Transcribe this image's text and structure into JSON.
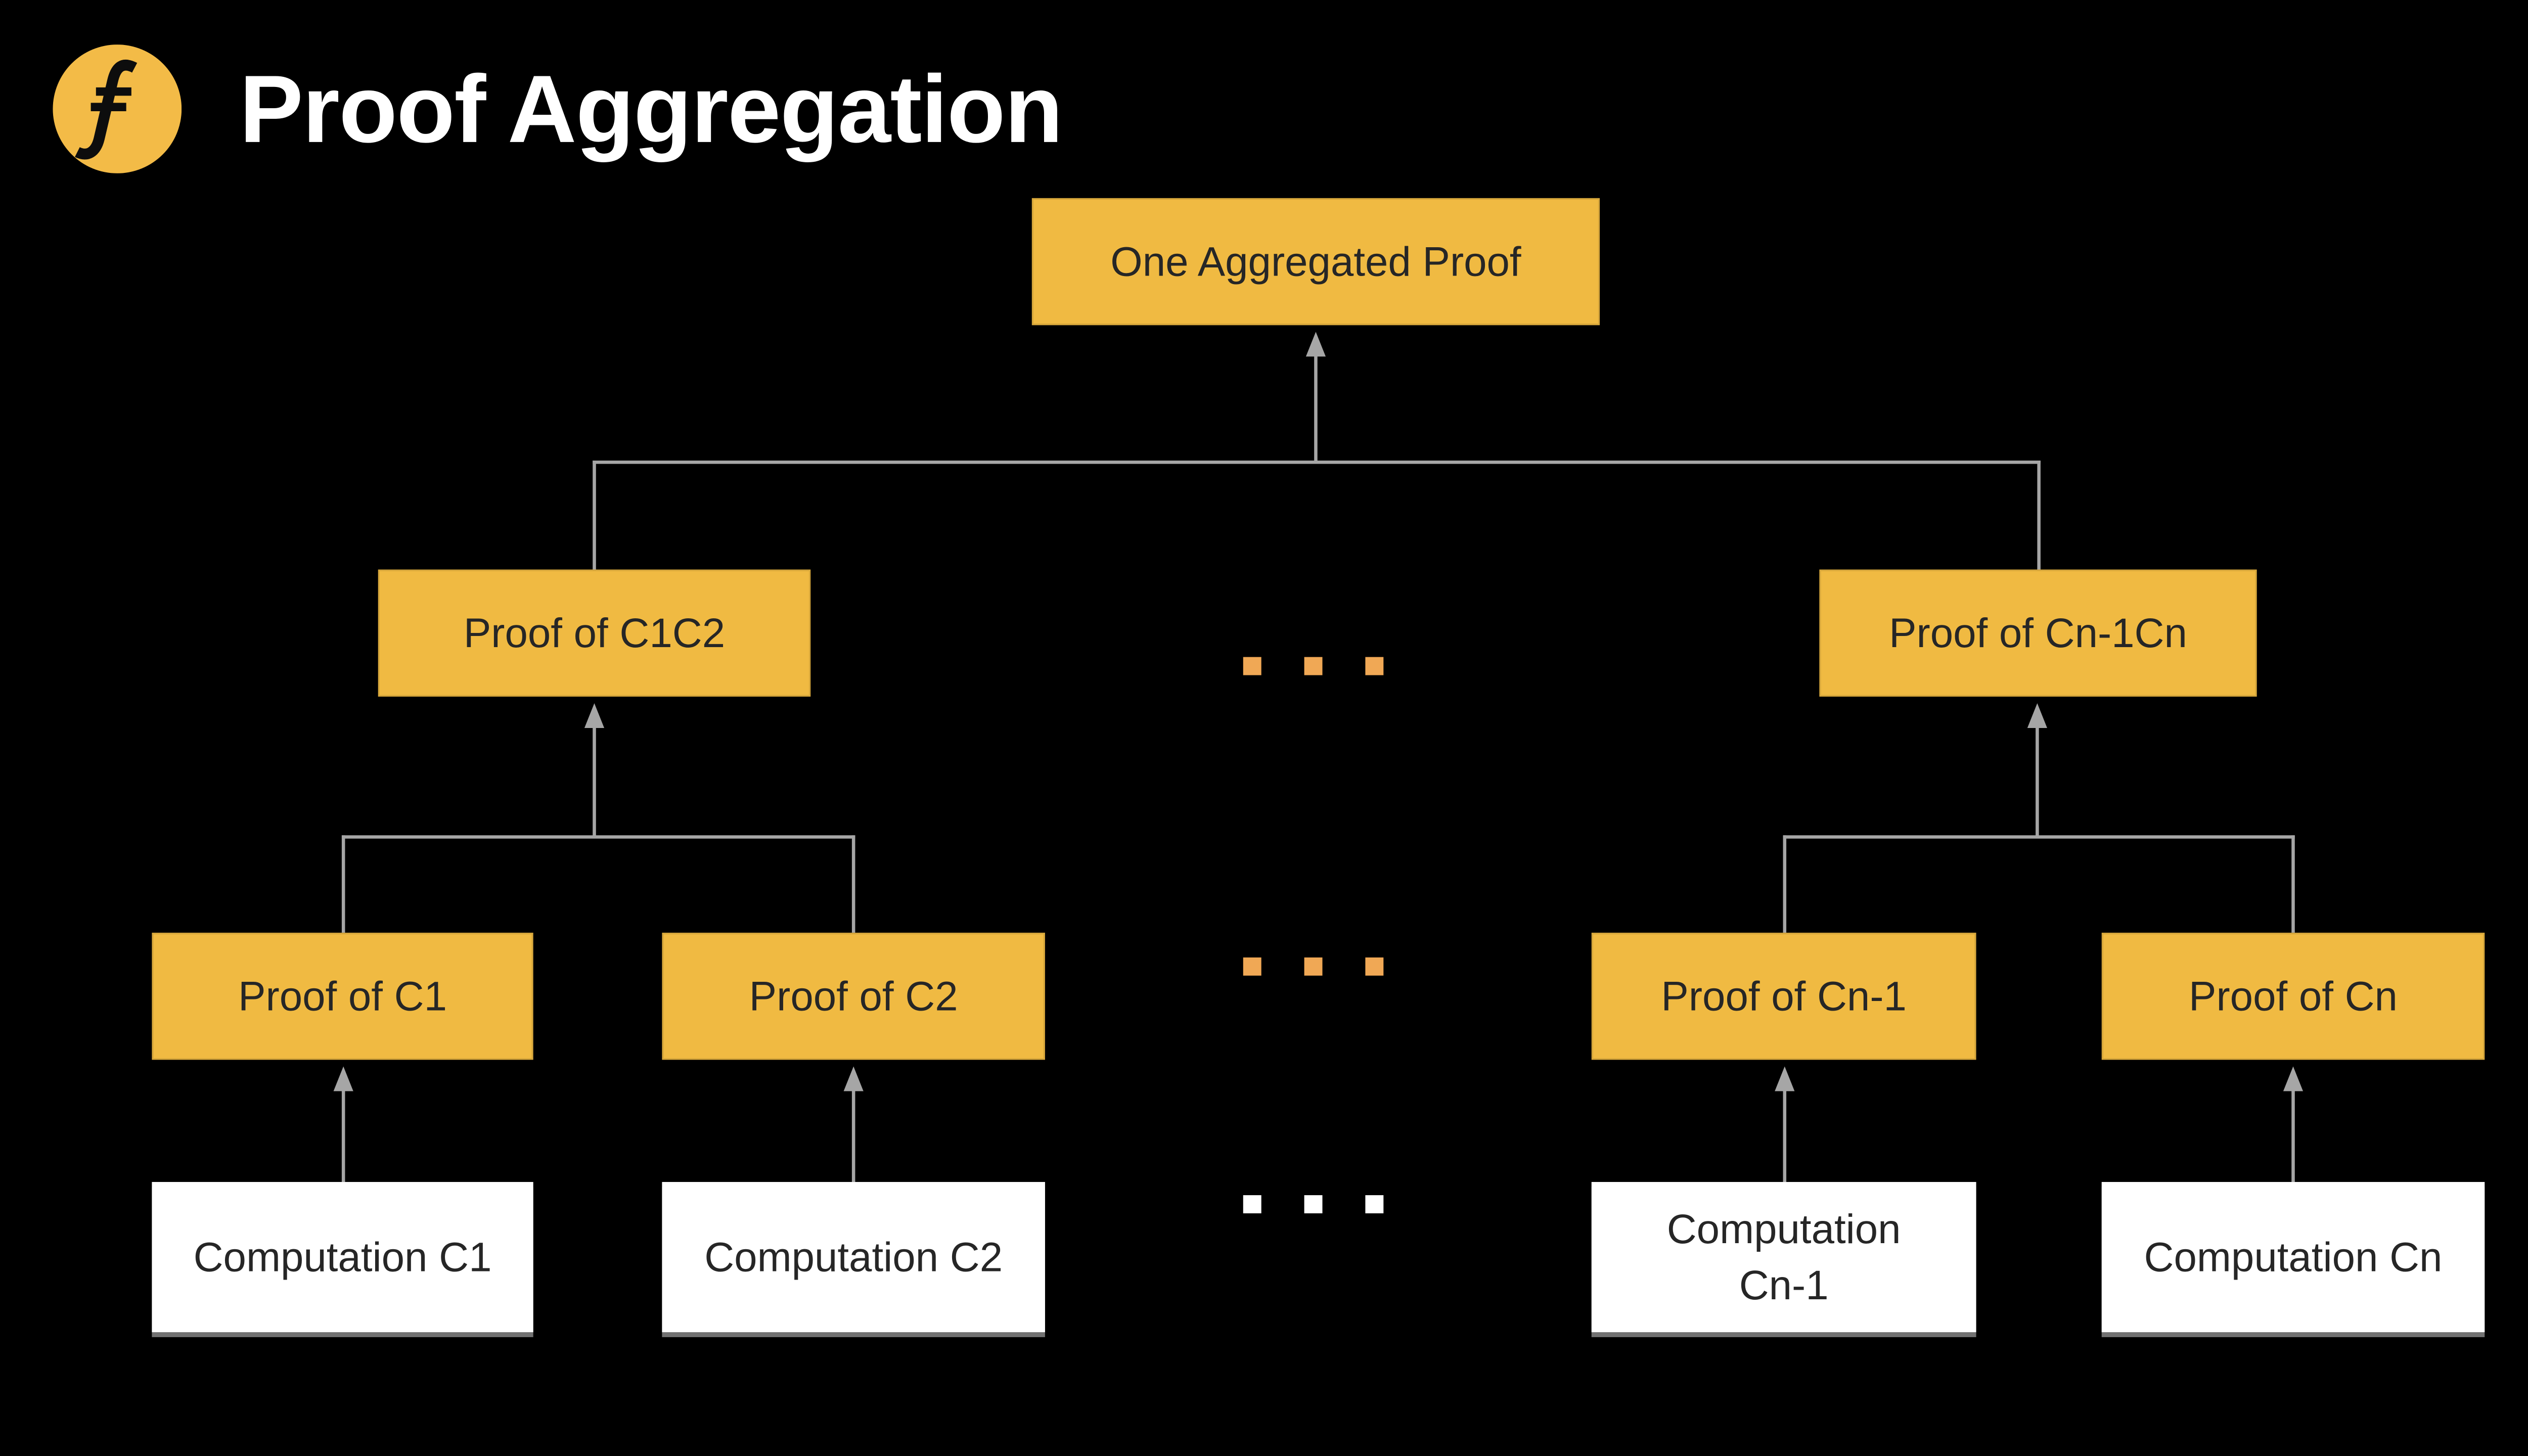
{
  "header": {
    "title": "Proof Aggregation",
    "logo": "filecoin-f-symbol"
  },
  "tree": {
    "root": {
      "label": "One Aggregated Proof"
    },
    "level2": [
      {
        "label": "Proof of C1C2"
      },
      {
        "label": "Proof of Cn-1Cn"
      }
    ],
    "level3": [
      {
        "label": "Proof of C1"
      },
      {
        "label": "Proof of C2"
      },
      {
        "label": "Proof of Cn-1"
      },
      {
        "label": "Proof of Cn"
      }
    ],
    "level4": [
      {
        "label": "Computation C1"
      },
      {
        "label": "Computation C2"
      },
      {
        "label": "Computation Cn-1"
      },
      {
        "label": "Computation Cn"
      }
    ]
  },
  "ellipsis": {
    "rows": 3,
    "dots_per_row": 3,
    "row_styles": [
      "orange",
      "orange",
      "white"
    ]
  },
  "colors": {
    "background": "#000000",
    "proof_box_yellow": "#F0BA42",
    "computation_box_white": "#FFFFFF",
    "box_text_dark": "#262626",
    "title_white": "#FFFFFF",
    "connector_gray": "#A6A6A6",
    "ellipsis_orange": "#F0A855",
    "ellipsis_white": "#FFFFFF",
    "logo_circle_yellow": "#F3BB47",
    "logo_glyph_black": "#0D0D0D",
    "corner_dot_orange": "#EE7D1E"
  }
}
